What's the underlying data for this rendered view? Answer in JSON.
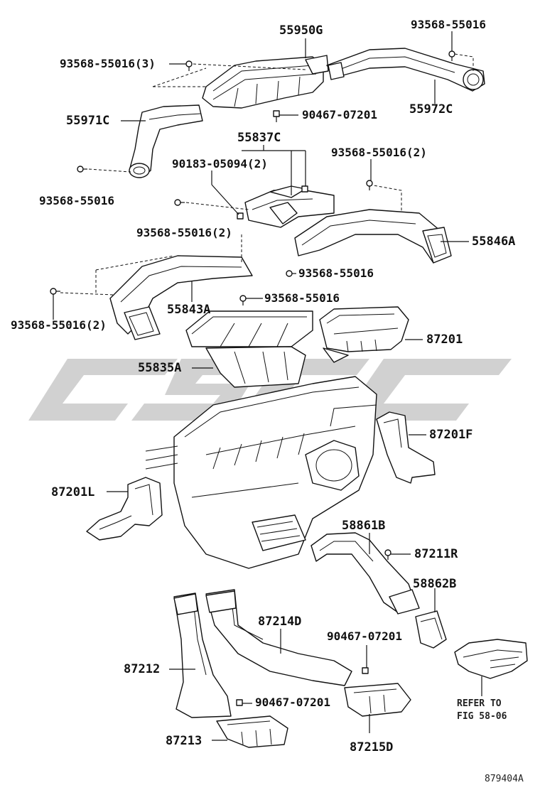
{
  "diagram": {
    "labels": {
      "p55950G": "55950G",
      "p93568_top_right": "93568-55016",
      "p93568_3": "93568-55016(3)",
      "p55972C": "55972C",
      "p55971C": "55971C",
      "p90467_top": "90467-07201",
      "p55837C": "55837C",
      "p90183": "90183-05094(2)",
      "p93568_2_right": "93568-55016(2)",
      "p93568_left": "93568-55016",
      "p93568_2_mid": "93568-55016(2)",
      "p55846A": "55846A",
      "p93568_mid_a": "93568-55016",
      "p93568_mid_b": "93568-55016",
      "p55843A": "55843A",
      "p93568_2_left": "93568-55016(2)",
      "p87201": "87201",
      "p55835A": "55835A",
      "p87201F": "87201F",
      "p87201L": "87201L",
      "p58861B": "58861B",
      "p87211R": "87211R",
      "p58862B": "58862B",
      "p87214D": "87214D",
      "p90467_mid": "90467-07201",
      "p87212": "87212",
      "p90467_bottom": "90467-07201",
      "p87213": "87213",
      "p87215D": "87215D",
      "refer_line1": "REFER TO",
      "refer_line2": "FIG 58-06",
      "figure_id": "879404A"
    }
  }
}
